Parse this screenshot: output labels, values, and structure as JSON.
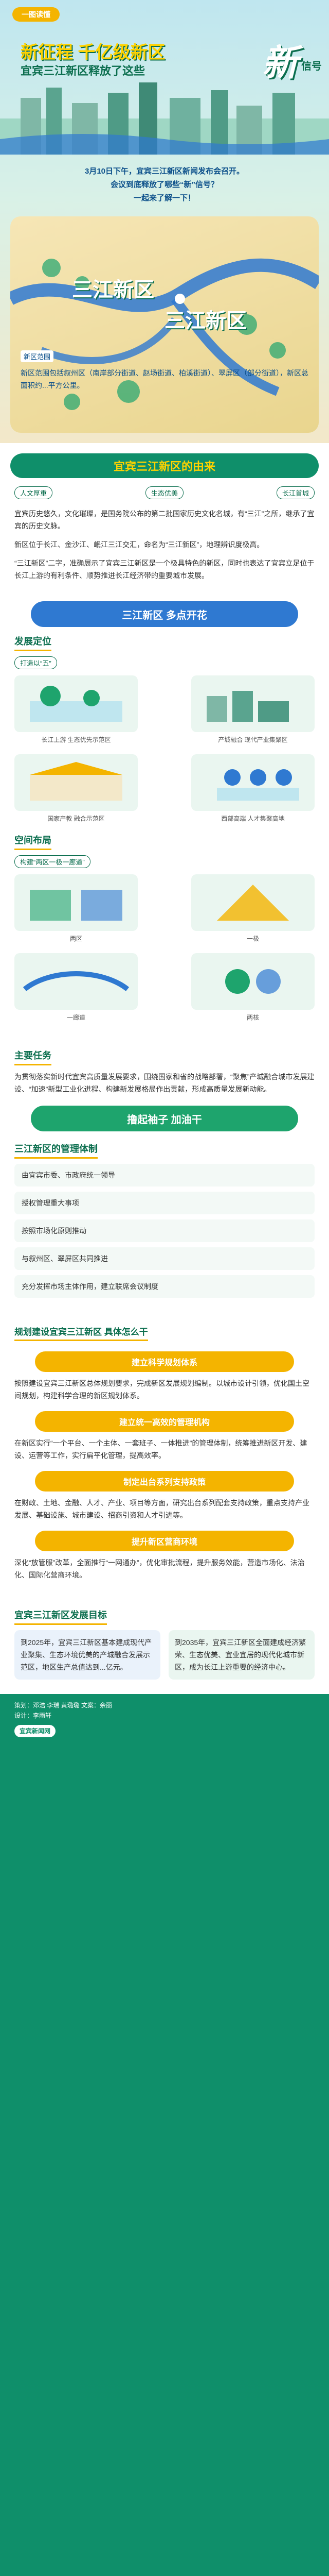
{
  "hero": {
    "badge": "一图读懂",
    "title": "新征程 千亿级新区",
    "subtitle": "宜宾三江新区释放了这些",
    "big_word": "新",
    "signal": "信号",
    "intro_lines": [
      "3月10日下午，宜宾三江新区新闻发布会召开。",
      "会议到底释放了哪些“新”信号？",
      "一起来了解一下！"
    ],
    "map_labels": {
      "a": "三江新区",
      "b": "三江新区"
    },
    "map_tag": "新区范围",
    "map_desc": "新区范围包括叙州区（南岸部分街道、赵场街道、柏溪街道）、翠屏区（部分街道），新区总面积约...平方公里。"
  },
  "section_intro": {
    "heading": "宜宾三江新区的由来",
    "chips": [
      "人文厚重",
      "生态优美",
      "长江首城"
    ],
    "para1": "宜宾历史悠久，文化璀璨，是国务院公布的第二批国家历史文化名城，有“三江”之所，继承了宜宾的历史文脉。",
    "para2": "新区位于长江、金沙江、岷江三江交汇，命名为“三江新区”，地理辨识度极高。",
    "para3": "“三江新区”二字，准确展示了宜宾三江新区是一个极具特色的新区，同时也表达了宜宾立足位于长江上游的有利条件、顺势推进长江经济带的重要城市发展。"
  },
  "section_position": {
    "pill": "三江新区 多点开花",
    "title": "发展定位",
    "subtitle": "打造以“五”",
    "items": [
      {
        "label": "长江上游\n生态优先示范区"
      },
      {
        "label": "产城融合\n现代产业集聚区"
      },
      {
        "label": "国家产教\n融合示范区"
      },
      {
        "label": "西部高端\n人才集聚高地"
      }
    ],
    "layout_title": "空间布局",
    "layout_subtitle": "构建“两区一极一廊道”",
    "layout_items": [
      {
        "label": "两区"
      },
      {
        "label": "一极"
      },
      {
        "label": "一廊道"
      },
      {
        "label": "两核"
      }
    ]
  },
  "section_tasks": {
    "title": "主要任务",
    "para": "为贯彻落实新时代宜宾高质量发展要求，围绕国家和省的战略部署，“聚焦”产城融合城市发展建设、“加速”新型工业化进程、构建新发展格局作出贡献，形成高质量发展新动能。",
    "pill": "撸起袖子  加油干",
    "mgmt_title": "三江新区的管理体制",
    "mgmt_items": [
      "由宜宾市委、市政府统一领导",
      "授权管理重大事项",
      "按照市场化原则推动",
      "与叙州区、翠屏区共同推进",
      "充分发挥市场主体作用，建立联席会议制度"
    ]
  },
  "section_plan": {
    "title": "规划建设宜宾三江新区  具体怎么干",
    "step1": "建立科学规划体系",
    "step1_text": "按照建设宜宾三江新区总体规划要求，完成新区发展规划编制。以城市设计引领，优化国土空间规划，构建科学合理的新区规划体系。",
    "step2": "建立统一高效的管理机构",
    "step2_text": "在新区实行“一个平台、一个主体、一套班子、一体推进”的管理体制，统筹推进新区开发、建设、运营等工作，实行扁平化管理，提高效率。",
    "step3": "制定出台系列支持政策",
    "step3_text": "在财政、土地、金融、人才、产业、项目等方面，研究出台系列配套支持政策，重点支持产业发展、基础设施、城市建设、招商引资和人才引进等。",
    "step4": "提升新区营商环境",
    "step4_text": "深化“放管服”改革，全面推行“一网通办”，优化审批流程，提升服务效能，营造市场化、法治化、国际化营商环境。"
  },
  "section_future": {
    "title": "宜宾三江新区发展目标",
    "left": "到2025年，宜宾三江新区基本建成现代产业聚集、生态环境优美的产城融合发展示范区，地区生产总值达到...亿元。",
    "right": "到2035年，宜宾三江新区全面建成经济繁荣、生态优美、宜业宜居的现代化城市新区，成为长江上游重要的经济中心。"
  },
  "footer": {
    "credits": "策划：邓浩  李瑞  黄璐璐  文案：余丽",
    "design": "设计：李雨轩",
    "brand": "宜宾新闻网"
  },
  "colors": {
    "primary": "#0f8f6a",
    "accent": "#f4b400",
    "blue": "#2f79d1"
  }
}
